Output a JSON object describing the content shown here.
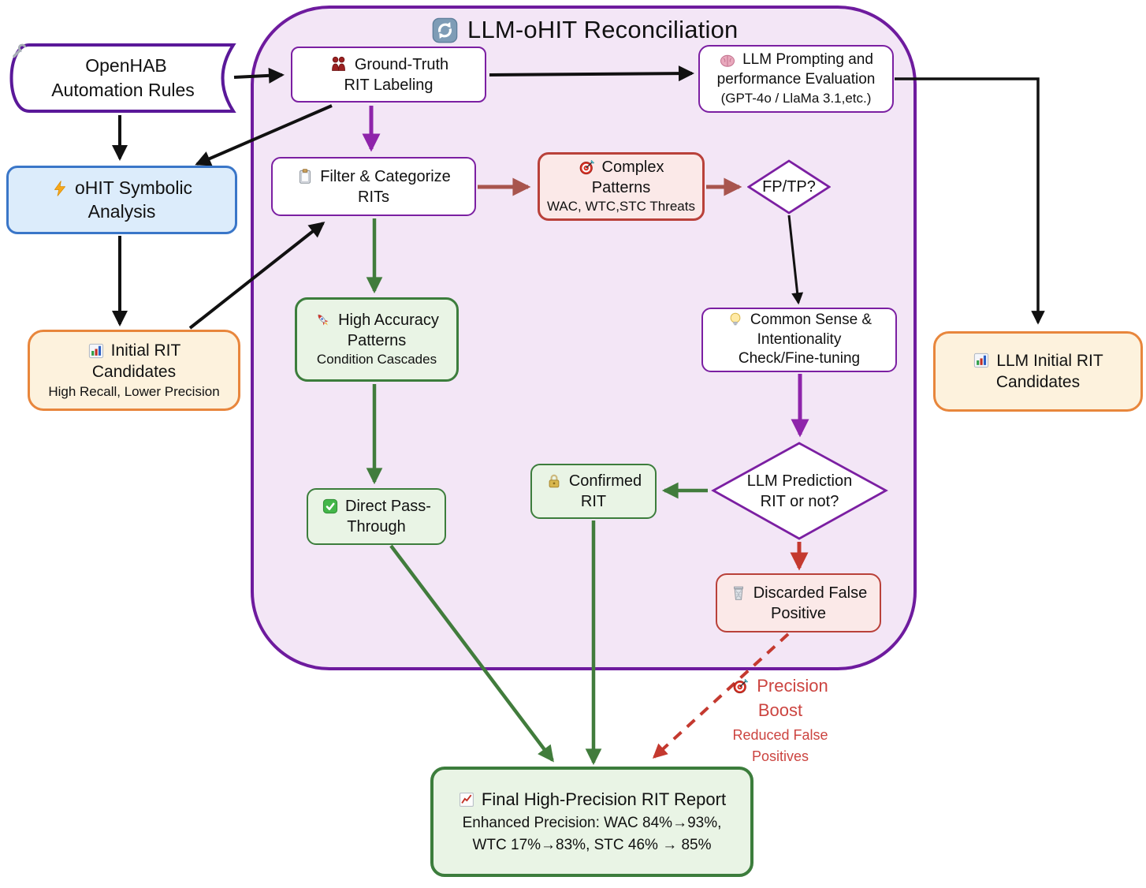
{
  "container": {
    "title": "LLM-oHIT Reconciliation"
  },
  "nodes": {
    "openhab": {
      "line1": "OpenHAB",
      "line2": "Automation Rules"
    },
    "ohit_symbolic": {
      "line1": "oHIT Symbolic",
      "line2": "Analysis"
    },
    "initial_rit": {
      "line1": "Initial RIT",
      "line2": "Candidates",
      "sub": "High Recall, Lower Precision"
    },
    "ground_truth": {
      "line1": "Ground-Truth",
      "line2": "RIT Labeling"
    },
    "llm_prompting": {
      "line1": "LLM Prompting and",
      "line2": "performance Evaluation",
      "sub": "(GPT-4o / LlaMa 3.1,etc.)"
    },
    "filter": {
      "line1": "Filter & Categorize",
      "line2": "RITs"
    },
    "complex": {
      "line1": "Complex",
      "line2": "Patterns",
      "sub": "WAC, WTC,STC Threats"
    },
    "fptp": {
      "label": "FP/TP?"
    },
    "common_sense": {
      "line1": "Common Sense &",
      "line2": "Intentionality",
      "line3": "Check/Fine-tuning"
    },
    "high_accuracy": {
      "line1": "High Accuracy",
      "line2": "Patterns",
      "sub": "Condition Cascades"
    },
    "direct_pass": {
      "line1": "Direct Pass-",
      "line2": "Through"
    },
    "confirmed": {
      "line1": "Confirmed",
      "line2": "RIT"
    },
    "llm_prediction": {
      "line1": "LLM Prediction",
      "line2": "RIT or not?"
    },
    "discarded": {
      "line1": "Discarded False",
      "line2": "Positive"
    },
    "llm_initial": {
      "line1": "LLM Initial RIT",
      "line2": "Candidates"
    },
    "precision_boost": {
      "line1": "Precision",
      "line2": "Boost",
      "sub1": "Reduced False",
      "sub2": "Positives"
    },
    "final_report": {
      "line1": "Final High-Precision RIT Report",
      "line2": "Enhanced Precision: WAC 84%→93%,",
      "line3": "WTC 17%→83%, STC 46% → 85%"
    }
  },
  "icons": {
    "openhab": "wrench-icon",
    "title": "refresh-icon",
    "ground_truth": "people-icon",
    "llm_prompting": "brain-icon",
    "filter": "clipboard-icon",
    "complex": "target-dart-icon",
    "ohit_symbolic": "lightning-icon",
    "initial_rit": "bar-chart-icon",
    "llm_initial": "bar-chart-icon",
    "high_accuracy": "rocket-icon",
    "common_sense": "lightbulb-icon",
    "direct_pass": "check-icon",
    "confirmed": "lock-icon",
    "discarded": "trash-icon",
    "precision_boost": "target-dart-icon",
    "final_report": "chart-up-icon"
  },
  "colors": {
    "container_border": "#6e1b9e",
    "container_fill": "#f3e6f6",
    "node_purple": "#7b1fa2",
    "green": "#3c7d3c",
    "green_fill": "#e9f4e5",
    "red": "#c4392f",
    "red_fill": "#fbe9e8",
    "orange": "#e8863c",
    "orange_fill": "#fdf2dd",
    "blue": "#3a76c8",
    "blue_fill": "#dcecfb",
    "brown_red_arrow": "#a8554e",
    "purple_arrow": "#8e24aa",
    "red_text": "#cc4440",
    "black": "#111111"
  }
}
